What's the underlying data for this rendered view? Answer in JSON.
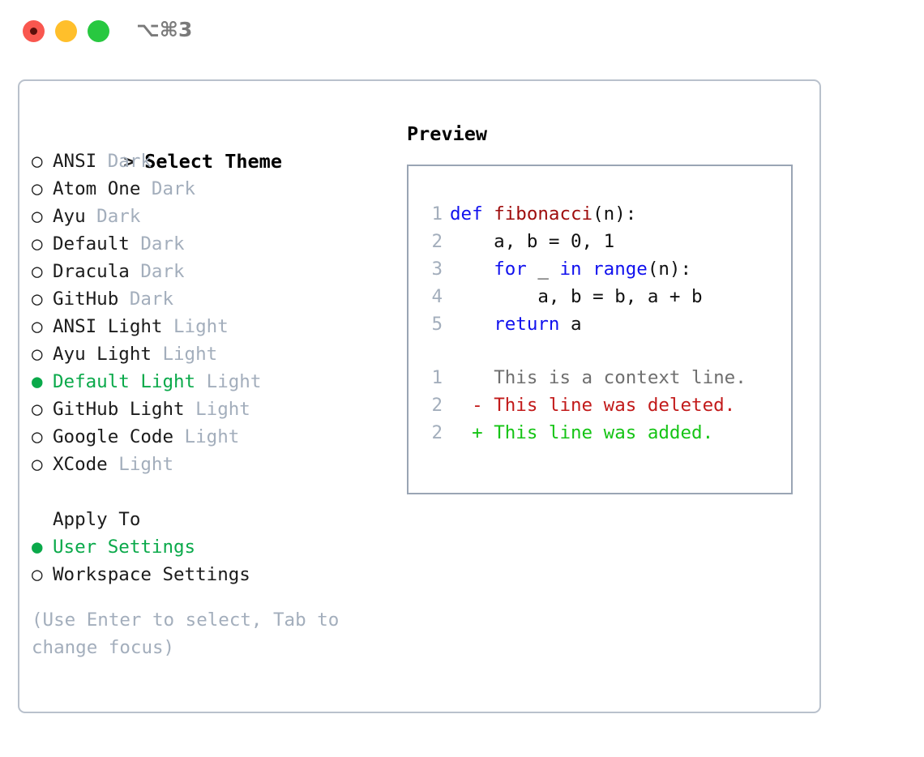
{
  "titlebar": {
    "shortcut": "⌥⌘3",
    "buttons": [
      {
        "name": "close",
        "color": "#f9574f"
      },
      {
        "name": "minimize",
        "color": "#ffbf2b"
      },
      {
        "name": "zoom",
        "color": "#28c840"
      }
    ]
  },
  "theme_picker": {
    "heading_marker": "> ",
    "heading": "Select Theme",
    "bullet_selected": "● ",
    "bullet_unselected": "○ ",
    "items": [
      {
        "label": "ANSI",
        "suffix": " Dark",
        "selected": false
      },
      {
        "label": "Atom One",
        "suffix": " Dark",
        "selected": false
      },
      {
        "label": "Ayu",
        "suffix": " Dark",
        "selected": false
      },
      {
        "label": "Default",
        "suffix": " Dark",
        "selected": false
      },
      {
        "label": "Dracula",
        "suffix": " Dark",
        "selected": false
      },
      {
        "label": "GitHub",
        "suffix": " Dark",
        "selected": false
      },
      {
        "label": "ANSI Light",
        "suffix": " Light",
        "selected": false
      },
      {
        "label": "Ayu Light",
        "suffix": " Light",
        "selected": false
      },
      {
        "label": "Default Light",
        "suffix": " Light",
        "selected": true
      },
      {
        "label": "GitHub Light",
        "suffix": " Light",
        "selected": false
      },
      {
        "label": "Google Code",
        "suffix": " Light",
        "selected": false
      },
      {
        "label": "XCode",
        "suffix": " Light",
        "selected": false
      }
    ]
  },
  "apply_to": {
    "heading": "Apply To",
    "items": [
      {
        "label": "User Settings",
        "selected": true
      },
      {
        "label": "Workspace Settings",
        "selected": false
      }
    ]
  },
  "hint": "(Use Enter to select, Tab to change focus)",
  "preview": {
    "title": "Preview",
    "code_lines": [
      {
        "num": "1",
        "tokens": [
          {
            "t": "def ",
            "k": "kw"
          },
          {
            "t": "fibonacci",
            "k": "fn"
          },
          {
            "t": "(n):",
            "k": "pl"
          }
        ]
      },
      {
        "num": "2",
        "tokens": [
          {
            "t": "    a, b = 0, 1",
            "k": "pl"
          }
        ]
      },
      {
        "num": "3",
        "tokens": [
          {
            "t": "    ",
            "k": "pl"
          },
          {
            "t": "for",
            "k": "kw"
          },
          {
            "t": " _ ",
            "k": "pl"
          },
          {
            "t": "in",
            "k": "kw"
          },
          {
            "t": " ",
            "k": "pl"
          },
          {
            "t": "range",
            "k": "kw"
          },
          {
            "t": "(n):",
            "k": "pl"
          }
        ]
      },
      {
        "num": "4",
        "tokens": [
          {
            "t": "        a, b = b, a + b",
            "k": "pl"
          }
        ]
      },
      {
        "num": "5",
        "tokens": [
          {
            "t": "    ",
            "k": "pl"
          },
          {
            "t": "return",
            "k": "kw"
          },
          {
            "t": " a",
            "k": "pl"
          }
        ]
      }
    ],
    "diff_lines": [
      {
        "num": "1",
        "marker": "  ",
        "text": "This is a context line.",
        "kind": "dctx"
      },
      {
        "num": "2",
        "marker": "- ",
        "text": "This line was deleted.",
        "kind": "ddel"
      },
      {
        "num": "2",
        "marker": "+ ",
        "text": "This line was added.",
        "kind": "dadd"
      }
    ]
  },
  "colors": {
    "selected_green": "#0aa94a",
    "muted_gray": "#a3aebc",
    "keyword_blue": "#1111ee",
    "function_red": "#9e0d0d",
    "diff_added": "#15c415",
    "diff_deleted": "#c21a1a",
    "panel_border": "#b9c1cc",
    "preview_border": "#9aa5b4"
  }
}
